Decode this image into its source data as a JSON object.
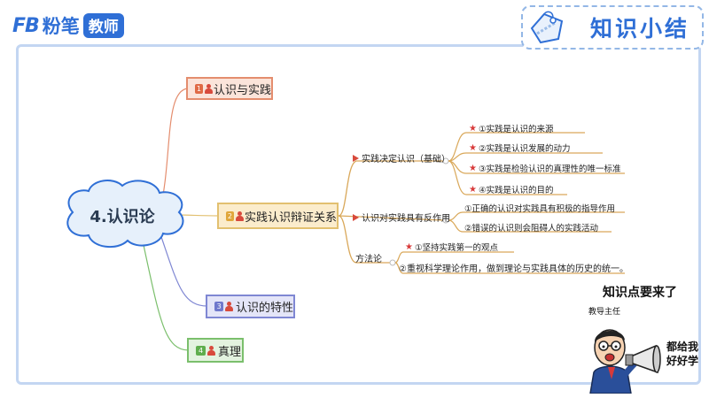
{
  "header": {
    "logo_fb": "FB",
    "logo_text": "粉笔",
    "logo_pill": "教师",
    "summary_title": "知识小结"
  },
  "mindmap": {
    "root": "4.认识论",
    "topics": [
      {
        "num": "1",
        "label": "认识与实践",
        "color": "#e48d6e"
      },
      {
        "num": "2",
        "label": "实践认识辩证关系",
        "color": "#e2c070"
      },
      {
        "num": "3",
        "label": "认识的特性",
        "color": "#7f87d3"
      },
      {
        "num": "4",
        "label": "真理",
        "color": "#7bbf6c"
      }
    ],
    "branches": [
      {
        "label": "实践决定认识（基础）",
        "flag": true
      },
      {
        "label": "认识对实践具有反作用",
        "flag": true
      },
      {
        "label": "方法论",
        "flag": false
      }
    ],
    "leaves": [
      {
        "label": "①实践是认识的来源",
        "star": true
      },
      {
        "label": "②实践是认识发展的动力",
        "star": true
      },
      {
        "label": "③实践是检验认识的真理性的唯一标准",
        "star": true
      },
      {
        "label": "④实践是认识的目的",
        "star": true
      },
      {
        "label": "①正确的认识对实践具有积极的指导作用",
        "star": false
      },
      {
        "label": "②错误的认识则会阻碍人的实践活动",
        "star": false
      },
      {
        "label": "①坚持实践第一的观点",
        "star": true
      },
      {
        "label": "②重视科学理论作用，做到理论与实践具体的历史的统一。",
        "star": false
      }
    ]
  },
  "mascot": {
    "headline": "知识点要来了",
    "role": "教导主任",
    "speech_line1": "都给我",
    "speech_line2": "好好学"
  },
  "colors": {
    "brand_blue": "#2f6fd6",
    "branch_line": "#d9a85a",
    "star_red": "#d83a3a"
  }
}
